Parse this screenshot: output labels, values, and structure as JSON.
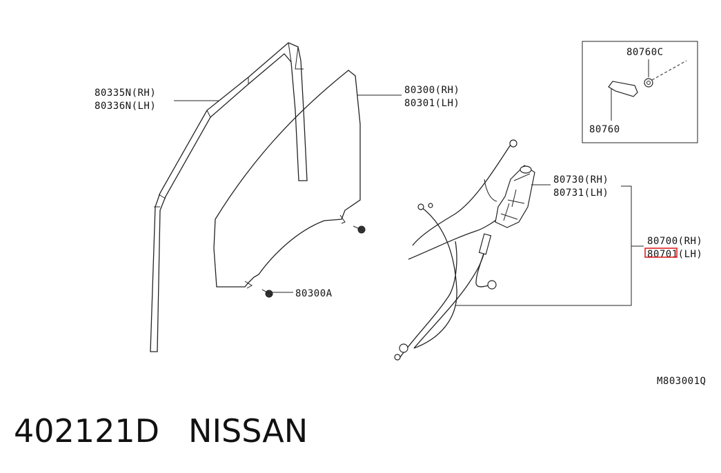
{
  "labels": {
    "seal_rh": "80335N(RH)",
    "seal_lh": "80336N(LH)",
    "glass_rh": "80300(RH)",
    "glass_lh": "80301(LH)",
    "glass_bolt": "80300A",
    "motor_rh": "80730(RH)",
    "motor_lh": "80731(LH)",
    "regulator_rh": "80700(RH)",
    "regulator_lh": "80701(LH)",
    "handle": "80760",
    "handle_clip": "80760C",
    "drawing_code": "M803001Q"
  },
  "highlight_color": "#e02020",
  "footer": {
    "part_number": "402121D",
    "brand": "NISSAN"
  }
}
